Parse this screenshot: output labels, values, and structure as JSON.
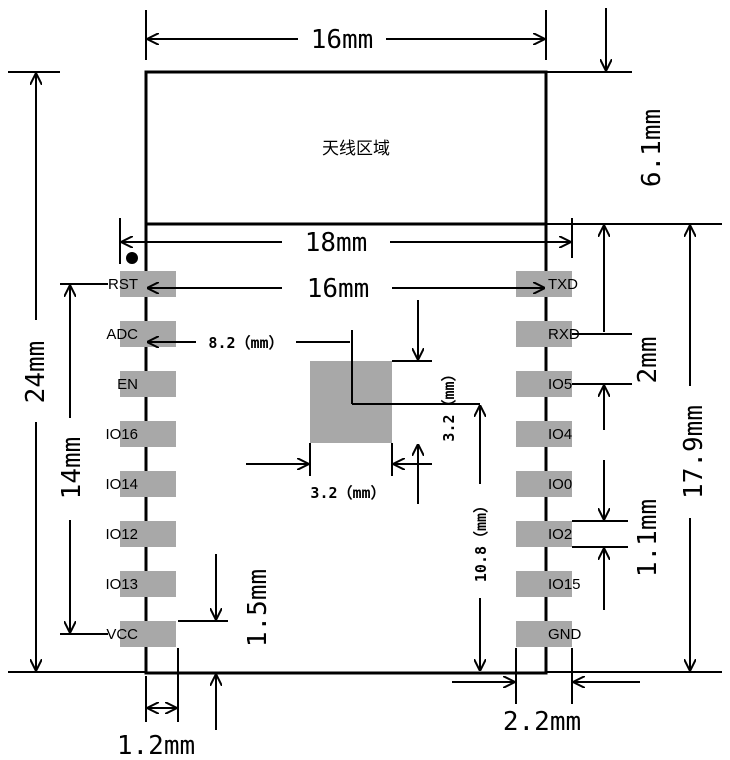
{
  "antenna_label": "天线区域",
  "dimensions": {
    "module_width": "16mm",
    "antenna_height": "6.1mm",
    "module_height": "24mm",
    "pin_span_width": "18mm",
    "pad_inner_width": "16mm",
    "left_pin_span": "14mm",
    "right_height": "17.9mm",
    "pin_pitch": "2mm",
    "pad_gap": "1.1mm",
    "pad_length": "1.5mm",
    "pad_width": "1.2mm",
    "right_margin": "2.2mm",
    "chip_x_offset": "8.2（mm）",
    "chip_width": "3.2（mm）",
    "chip_height": "3.2（mm）",
    "chip_y_offset": "10.8（mm）"
  },
  "left_pins": [
    "RST",
    "ADC",
    "EN",
    "IO16",
    "IO14",
    "IO12",
    "IO13",
    "VCC"
  ],
  "right_pins": [
    "TXD",
    "RXD",
    "IO5",
    "IO4",
    "IO0",
    "IO2",
    "IO15",
    "GND"
  ]
}
